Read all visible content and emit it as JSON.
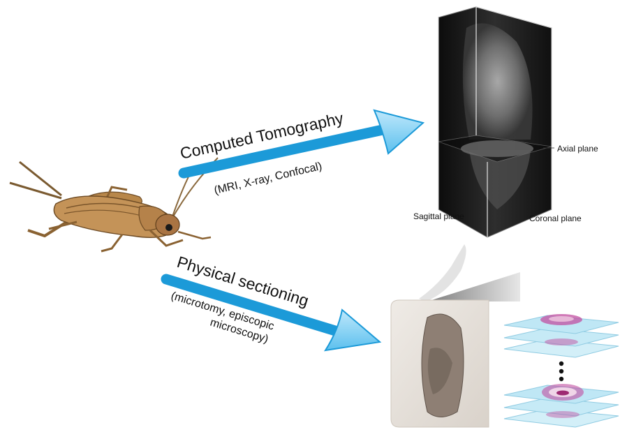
{
  "method_top": {
    "title": "Computed Tomography",
    "subtitle": "(MRI, X-ray, Confocal)"
  },
  "method_bottom": {
    "title": "Physical sectioning",
    "subtitle_line1": "(microtomy, episcopic",
    "subtitle_line2": "microscopy)"
  },
  "planes": {
    "axial": "Axial plane",
    "sagittal": "Sagittal plane",
    "coronal": "Coronal plane"
  },
  "colors": {
    "arrow_blue": "#1c9ad8",
    "arrow_light": "#8fd0f2",
    "ct_volume": "#1e1e1e",
    "slide_blue": "#bfe7f5",
    "stain_pink": "#c24fa0",
    "cricket_brown": "#a57a45"
  }
}
